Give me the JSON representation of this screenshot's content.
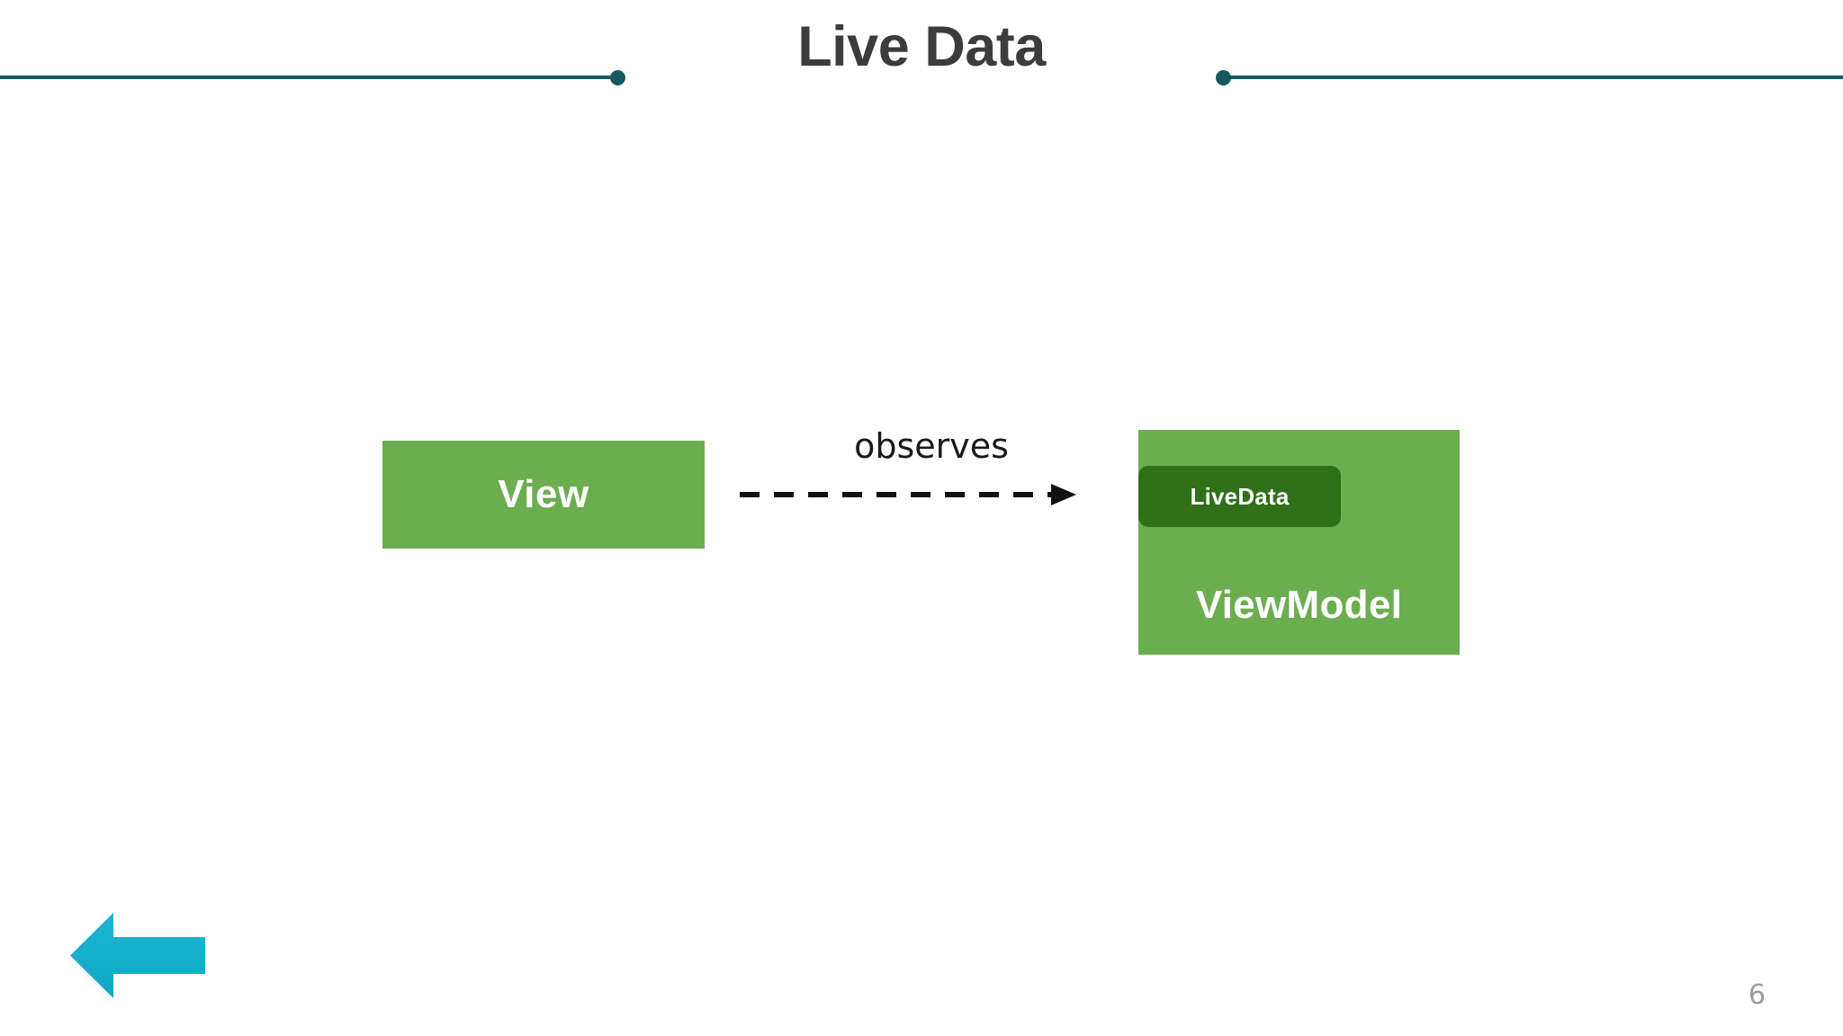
{
  "slide": {
    "title": "Live Data",
    "page_number": "6",
    "theme": {
      "rule_color": "#15585E",
      "title_color": "#3C3C3C",
      "node_fill": "#6BAE50",
      "badge_fill": "#2F7019",
      "node_text": "#FFFFFF",
      "nav_arrow_color": "#18AFCE",
      "edge_color": "#111111",
      "page_number_color": "#9A9A9A",
      "background": "#FFFFFF"
    }
  },
  "diagram": {
    "type": "flow",
    "nodes": [
      {
        "id": "view",
        "label": "View",
        "shape": "rectangle",
        "fill": "#6BAE50"
      },
      {
        "id": "viewmodel",
        "label": "ViewModel",
        "shape": "rectangle",
        "fill": "#6BAE50",
        "badge": {
          "id": "livedata",
          "label": "LiveData",
          "shape": "rounded-rectangle",
          "fill": "#2F7019"
        }
      }
    ],
    "edges": [
      {
        "id": "view-observes-viewmodel",
        "from": "view",
        "to": "viewmodel",
        "label": "observes",
        "style": "dashed",
        "arrowhead": "open",
        "direction": "right"
      }
    ]
  },
  "controls": {
    "back_arrow_name": "back-arrow"
  }
}
